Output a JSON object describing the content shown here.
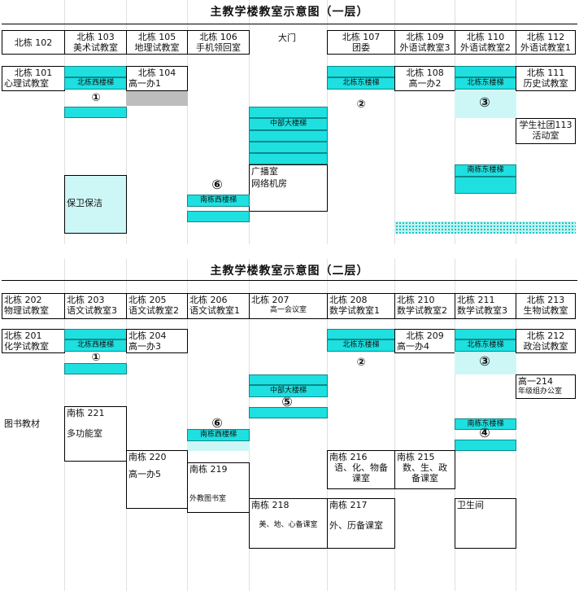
{
  "floor1": {
    "title": "主教学楼教室示意图（一层）",
    "north_row1": [
      {
        "l1": "北栋 102",
        "l2": ""
      },
      {
        "l1": "北栋 103",
        "l2": "美术试教室"
      },
      {
        "l1": "北栋 105",
        "l2": "地理试教室"
      },
      {
        "l1": "北栋 106",
        "l2": "手机领回室"
      },
      {
        "l1": "大门",
        "l2": ""
      },
      {
        "l1": "北栋 107",
        "l2": "团委"
      },
      {
        "l1": "北栋 109",
        "l2": "外语试教室3"
      },
      {
        "l1": "北栋 110",
        "l2": "外语试教室2"
      },
      {
        "l1": "北栋 112",
        "l2": "外语试教室1"
      }
    ],
    "north_row2": [
      {
        "l1": "北栋 101",
        "l2": "心理试教室"
      },
      {
        "l1": "北栋 104",
        "l2": "高一办1"
      },
      {
        "l1": "北栋 108",
        "l2": "高一办2"
      },
      {
        "l1": "北栋 111",
        "l2": "历史试教室"
      }
    ],
    "stairs": {
      "north_west": "北栋西楼梯",
      "north_east_1": "北栋东楼梯",
      "north_east_2": "北栋东楼梯",
      "middle": "中部大楼梯",
      "south_west": "南栋西楼梯",
      "south_east": "南栋东楼梯"
    },
    "markers": {
      "m1": "①",
      "m2": "②",
      "m3": "③",
      "m6": "⑥"
    },
    "rooms": {
      "security": "保卫保洁",
      "broadcast_l1": "广播室",
      "broadcast_l2": "网络机房",
      "club_l1": "学生社团113",
      "club_l2": "活动室"
    }
  },
  "floor2": {
    "title": "主教学楼教室示意图（二层）",
    "north_row1": [
      {
        "l1": "北栋 202",
        "l2": "物理试教室"
      },
      {
        "l1": "北栋 203",
        "l2": "语文试教室3"
      },
      {
        "l1": "北栋 205",
        "l2": "语文试教室2"
      },
      {
        "l1": "北栋 206",
        "l2": "语文试教室1"
      },
      {
        "l1": "北栋 207",
        "l2": "高一会议室"
      },
      {
        "l1": "北栋 208",
        "l2": "数学试教室1"
      },
      {
        "l1": "北栋 210",
        "l2": "数学试教室2"
      },
      {
        "l1": "北栋 211",
        "l2": "数学试教室3"
      },
      {
        "l1": "北栋 213",
        "l2": "生物试教室"
      }
    ],
    "north_row2": [
      {
        "l1": "北栋 201",
        "l2": "化学试教室"
      },
      {
        "l1": "北栋 204",
        "l2": "高一办3"
      },
      {
        "l1": "北栋 209",
        "l2": "高一办4"
      },
      {
        "l1": "北栋 212",
        "l2": "政治试教室"
      }
    ],
    "stairs": {
      "north_west": "北栋西楼梯",
      "north_east_1": "北栋东楼梯",
      "north_east_2": "北栋东楼梯",
      "middle": "中部大楼梯",
      "south_west": "南栋西楼梯",
      "south_east": "南栋东楼梯"
    },
    "markers": {
      "m1": "①",
      "m2": "②",
      "m3": "③",
      "m4": "④",
      "m5": "⑤",
      "m6": "⑥"
    },
    "rooms": {
      "books": "图书教材",
      "r214_l1": "高一214",
      "r214_l2": "年级组办公室",
      "r221_l1": "南栋 221",
      "r221_l2": "多功能室",
      "r220_l1": "南栋 220",
      "r220_l2": "高一办5",
      "r219_l1": "南栋 219",
      "r219_l2": "外教图书室",
      "r218_l1": "南栋 218",
      "r218_l2": "美、地、心备课室",
      "r217_l1": "南栋 217",
      "r217_l2": "外、历备课室",
      "r216_l1": "南栋 216",
      "r216_l2": "语、化、物备",
      "r216_l3": "课室",
      "r215_l1": "南栋 215",
      "r215_l2": "数、生、政",
      "r215_l3": "备课室",
      "toilet": "卫生间"
    }
  },
  "colors": {
    "stair_fill": "#1ee0e0",
    "stair_light": "#cdf7f7",
    "blocked_gray": "#bdbdbd",
    "line": "#000000"
  }
}
